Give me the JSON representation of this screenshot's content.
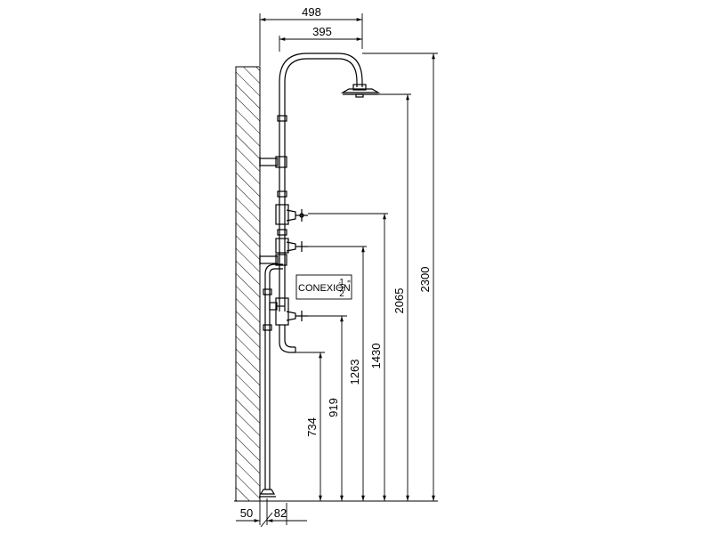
{
  "dimensions": {
    "top_outer": "498",
    "top_inner": "395",
    "bottom_left": "50",
    "bottom_right": "82",
    "heights": [
      {
        "id": "h734",
        "value": "734"
      },
      {
        "id": "h919",
        "value": "919"
      },
      {
        "id": "h1263",
        "value": "1263"
      },
      {
        "id": "h1430",
        "value": "1430"
      },
      {
        "id": "h2065",
        "value": "2065"
      },
      {
        "id": "h2300",
        "value": "2300"
      }
    ]
  },
  "connection_label": {
    "text": "CONEXIÓN",
    "fraction_num": "1",
    "fraction_den": "2",
    "inch_mark": "\""
  },
  "colors": {
    "line": "#000000",
    "background": "#ffffff"
  }
}
